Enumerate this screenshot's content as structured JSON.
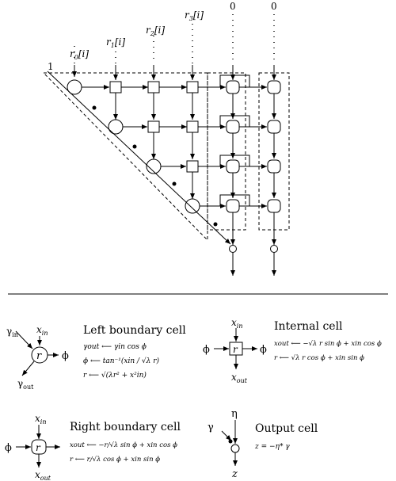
{
  "array": {
    "inputs": {
      "r0": "r",
      "r0_sub": "0",
      "r1": "r",
      "r1_sub": "1",
      "r2": "r",
      "r2_sub": "2",
      "r3": "r",
      "r3_sub": "3",
      "index": "[i]",
      "zero_a": "0",
      "zero_b": "0",
      "one": "1"
    }
  },
  "legend": {
    "left_boundary": {
      "title": "Left boundary cell",
      "symbol": "r",
      "gamma_in": "γ",
      "gamma_in_sub": "in",
      "gamma_out": "γ",
      "gamma_out_sub": "out",
      "x_in": "x",
      "x_in_sub": "in",
      "phi": "ϕ",
      "eq1": "γout ⟵ γin cos ϕ",
      "eq2": "ϕ ⟵ tan⁻¹(xin / √λ r)",
      "eq3": "r ⟵ √(λr² + x²in)"
    },
    "internal": {
      "title": "Internal cell",
      "symbol": "r",
      "x_in": "x",
      "x_in_sub": "in",
      "x_out": "x",
      "x_out_sub": "out",
      "phi": "ϕ",
      "eq1": "xout ⟵ −√λ r sin ϕ + xin cos ϕ",
      "eq2": "r ⟵ √λ r cos ϕ + xin sin ϕ"
    },
    "right_boundary": {
      "title": "Right boundary cell",
      "symbol": "r",
      "x_in": "x",
      "x_in_sub": "in",
      "x_out": "x",
      "x_out_sub": "out",
      "phi": "ϕ",
      "eq1": "xout ⟵ −r/√λ sin ϕ + xin cos ϕ",
      "eq2": "r ⟵ r/√λ cos ϕ + xin sin ϕ"
    },
    "output": {
      "title": "Output cell",
      "gamma": "γ",
      "eta": "η",
      "z": "z",
      "eq1": "z = −η* γ"
    }
  }
}
